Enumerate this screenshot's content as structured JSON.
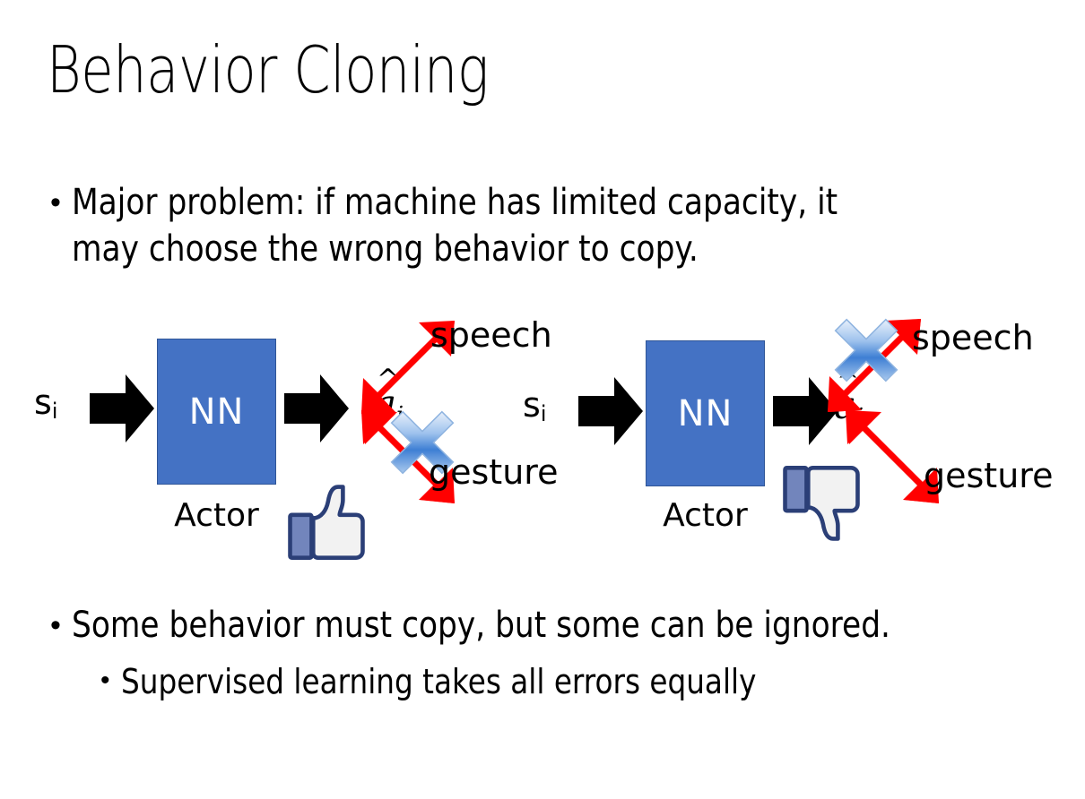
{
  "slide": {
    "title": "Behavior Cloning",
    "background_color": "#FFFFFF"
  },
  "bullets": {
    "top": {
      "marker": "•",
      "text": "Major problem: if machine has limited capacity, it\nmay choose the wrong behavior to copy."
    },
    "bottom_1": {
      "marker": "•",
      "text": "Some behavior must copy, but some can be ignored."
    },
    "bottom_2": {
      "marker": "•",
      "text": "Supervised learning takes all errors equally"
    }
  },
  "colors": {
    "nn_box_fill": "#4472C4",
    "nn_box_border": "#2F5597",
    "arrow_black": "#000000",
    "arrow_red": "#FF0000",
    "cross_blue": "#3E7FD4",
    "thumb_blue": "#3B5998",
    "text_black": "#000000"
  },
  "diagrams": [
    {
      "id": "left",
      "state_label": "s",
      "state_subscript": "i",
      "input_arrow_icon": "right-arrow-icon",
      "nn_label": "NN",
      "output_arrow_icon": "right-arrow-icon",
      "actor_label": "Actor",
      "action_label": "a",
      "action_subscript": "i",
      "action_accent": "hat",
      "branches": [
        {
          "label": "speech",
          "direction": "up",
          "crossed": false
        },
        {
          "label": "gesture",
          "direction": "down",
          "crossed": true
        }
      ],
      "verdict_icon": "thumbs-up-icon",
      "verdict": "positive"
    },
    {
      "id": "right",
      "state_label": "s",
      "state_subscript": "i",
      "input_arrow_icon": "right-arrow-icon",
      "nn_label": "NN",
      "output_arrow_icon": "right-arrow-icon",
      "actor_label": "Actor",
      "action_label": "a",
      "action_subscript": "i",
      "action_accent": "hat",
      "branches": [
        {
          "label": "speech",
          "direction": "up",
          "crossed": true
        },
        {
          "label": "gesture",
          "direction": "down",
          "crossed": false
        }
      ],
      "verdict_icon": "thumbs-down-icon",
      "verdict": "negative"
    }
  ]
}
